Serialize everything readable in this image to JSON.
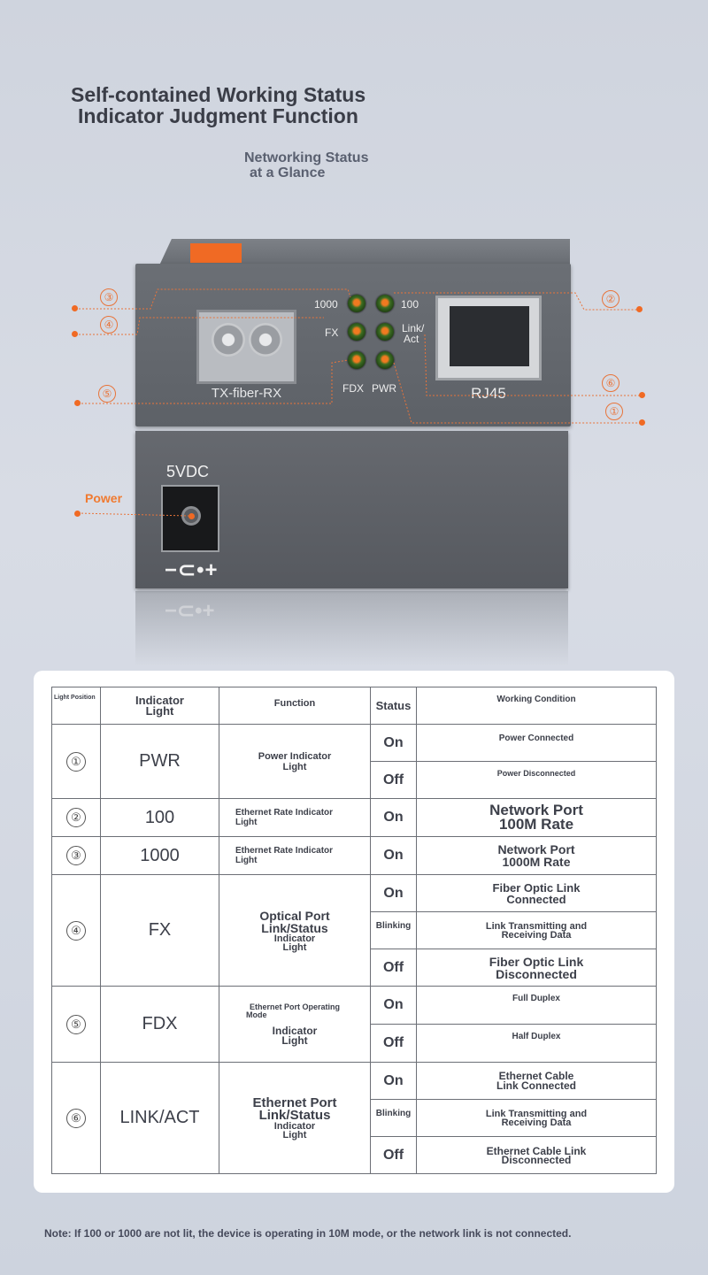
{
  "header": {
    "title_line1": "Self-contained Working Status",
    "title_line2": "Indicator Judgment Function",
    "subtitle_line1": "Networking Status",
    "subtitle_line2": "at a Glance"
  },
  "device": {
    "sfp_label": "TX-fiber-RX",
    "rj45_label": "RJ45",
    "power_spec": "5VDC",
    "polarity_symbol": "−⊂•+",
    "power_label": "Power",
    "led_labels": {
      "l1000": "1000",
      "l100": "100",
      "fx": "FX",
      "link_act_1": "Link/",
      "link_act_2": "Act",
      "fdx": "FDX",
      "pwr": "PWR"
    },
    "callouts": [
      "①",
      "②",
      "③",
      "④",
      "⑤",
      "⑥"
    ],
    "accent_color": "#f06a24"
  },
  "table": {
    "headers": {
      "position": "Light Position",
      "indicator_1": "Indicator",
      "indicator_2": "Light",
      "function": "Function",
      "status": "Status",
      "condition": "Working Condition"
    },
    "rows": [
      {
        "pos": "①",
        "light": "PWR",
        "function_1": "Power Indicator",
        "function_2": "Light",
        "states": [
          {
            "status": "On",
            "cond_1": "Power Connected"
          },
          {
            "status": "Off",
            "cond_1": "Power Disconnected"
          }
        ]
      },
      {
        "pos": "②",
        "light": "100",
        "function_1": "Ethernet Rate Indicator",
        "function_2": "Light",
        "states": [
          {
            "status": "On",
            "cond_1": "Network Port",
            "cond_2": "100M Rate"
          }
        ]
      },
      {
        "pos": "③",
        "light": "1000",
        "function_1": "Ethernet Rate Indicator",
        "function_2": "Light",
        "states": [
          {
            "status": "On",
            "cond_1": "Network Port",
            "cond_2": "1000M Rate"
          }
        ]
      },
      {
        "pos": "④",
        "light": "FX",
        "function_1": "Optical Port",
        "function_2": "Link/Status",
        "function_3": "Indicator",
        "function_4": "Light",
        "states": [
          {
            "status": "On",
            "cond_1": "Fiber Optic Link",
            "cond_2": "Connected"
          },
          {
            "status": "Blinking",
            "cond_1": "Link Transmitting and",
            "cond_2": "Receiving Data"
          },
          {
            "status": "Off",
            "cond_1": "Fiber Optic Link",
            "cond_2": "Disconnected"
          }
        ]
      },
      {
        "pos": "⑤",
        "light": "FDX",
        "function_1": "Ethernet Port Operating",
        "function_2": "Mode",
        "function_3": "Indicator",
        "function_4": "Light",
        "states": [
          {
            "status": "On",
            "cond_1": "Full Duplex"
          },
          {
            "status": "Off",
            "cond_1": "Half Duplex"
          }
        ]
      },
      {
        "pos": "⑥",
        "light": "LINK/ACT",
        "function_1": "Ethernet Port",
        "function_2": "Link/Status",
        "function_3": "Indicator",
        "function_4": "Light",
        "states": [
          {
            "status": "On",
            "cond_1": "Ethernet Cable",
            "cond_2": "Link Connected"
          },
          {
            "status": "Blinking",
            "cond_1": "Link Transmitting and",
            "cond_2": "Receiving Data"
          },
          {
            "status": "Off",
            "cond_1": "Ethernet Cable Link",
            "cond_2": "Disconnected"
          }
        ]
      }
    ]
  },
  "note": "Note: If 100 or 1000 are not lit, the device is operating in 10M mode, or the network link is not connected."
}
